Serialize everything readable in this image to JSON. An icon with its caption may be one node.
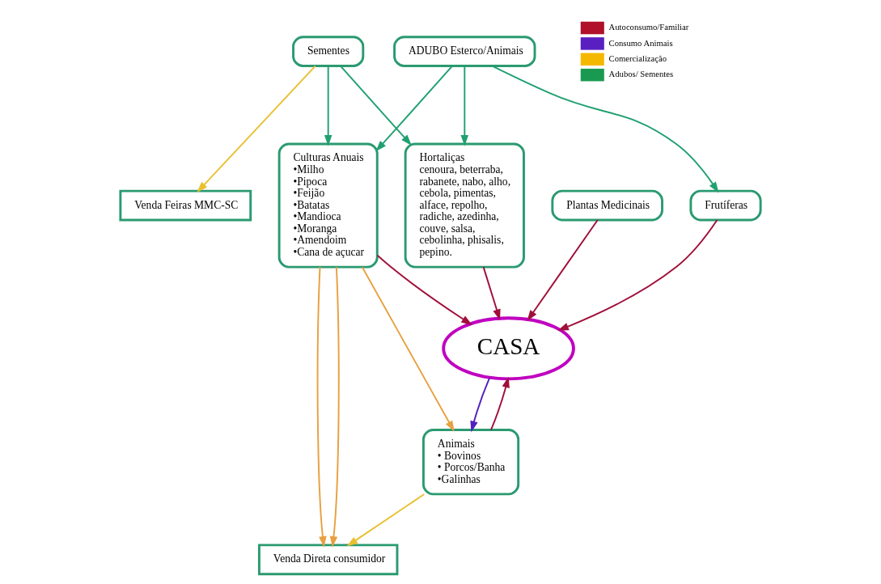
{
  "diagram": {
    "nodes": [
      {
        "text": [
          "Sementes"
        ]
      },
      {
        "text": [
          "Animais",
          "• Bovinos",
          "• Porcos/Banha",
          "•Galinhas"
        ]
      },
      {
        "text": [
          "Venda Feiras MMC-SC"
        ]
      },
      {
        "text": [
          "ADUBO Esterco/Animais"
        ]
      },
      {
        "text": [
          "Venda Direta consumidor"
        ]
      },
      {
        "text": [
          "CASA"
        ]
      },
      {
        "text": [
          "Plantas Medicinais"
        ]
      },
      {
        "text": [
          "Hortaliças",
          "cenoura, beterraba, rabanete, nabo, alho, cebola, pimentas, alface, repolho, radiche, azedinha, couve, salsa, cebolinha, phisalis, pepino."
        ]
      },
      {
        "text": [
          "Culturas Anuais",
          "•Milho",
          "•Pipoca",
          "•Feijão",
          "•Batatas",
          "•Mandioca",
          "•Moranga",
          "•Amendoim",
          "•Cana de açucar"
        ]
      },
      {
        "text": [
          "Frutíferas"
        ]
      }
    ],
    "edges": [
      {
        "from": 0,
        "to": 2,
        "arrow": "to",
        "color": "#e8c030"
      },
      {
        "from": 1,
        "to": 4,
        "arrow": "to",
        "color": "#e8c030"
      },
      {
        "from": 0,
        "to": 7,
        "arrow": "to",
        "color": "#20a070"
      },
      {
        "from": 0,
        "to": 8,
        "arrow": "to",
        "color": "#20a070"
      },
      {
        "from": 5,
        "to": 1,
        "arrow": "to",
        "color": "#5020c0"
      },
      {
        "from": 1,
        "to": 5,
        "arrow": "to",
        "color": "#a0103a"
      },
      {
        "from": 8,
        "to": 1,
        "arrow": "to",
        "color": "#e8a040"
      },
      {
        "from": 3,
        "to": 7,
        "arrow": "to",
        "color": "#20a070"
      },
      {
        "from": 3,
        "to": 8,
        "arrow": "to",
        "color": "#20a070"
      },
      {
        "from": 3,
        "to": 9,
        "arrow": "to",
        "color": "#20a070"
      },
      {
        "from": 8,
        "to": 4,
        "arrow": "to",
        "color": "#e8a040"
      },
      {
        "from": 8,
        "to": 4,
        "arrow": "to",
        "color": "#e8a040"
      },
      {
        "from": 7,
        "to": 5,
        "arrow": "to",
        "color": "#a0103a"
      },
      {
        "from": 8,
        "to": 5,
        "arrow": "to",
        "color": "#a0103a"
      },
      {
        "from": 6,
        "to": 5,
        "arrow": "to",
        "color": "#a0103a"
      },
      {
        "from": 9,
        "to": 5,
        "arrow": "to",
        "color": "#a0103a"
      }
    ],
    "legend": [
      {
        "text": "Autoconsumo/Familiar",
        "color": "#b0102a"
      },
      {
        "text": "Consumo Animais",
        "color": "#5a1fc0"
      },
      {
        "text": "Comercialização",
        "color": "#f5b800"
      },
      {
        "text": "Adubos/ Sementes",
        "color": "#1a9a50"
      }
    ]
  }
}
